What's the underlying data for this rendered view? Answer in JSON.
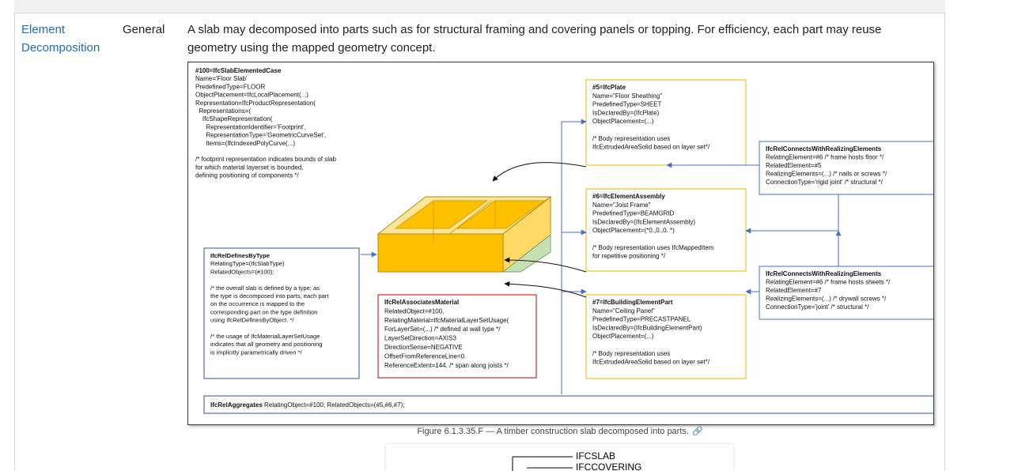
{
  "row": {
    "term": "Element Decomposition",
    "category": "General",
    "description": "A slab may decomposed into parts such as for structural framing and covering panels or topping. For efficiency, each part may reuse geometry using the mapped geometry concept."
  },
  "diagram": {
    "slab_block": {
      "lines": [
        "#100=IfcSlabElementedCase",
        "Name='Floor Slab'",
        "PredefinedType=FLOOR",
        "ObjectPlacement=IfcLocalPlacement(...)",
        "Representation=IfcProductRepresentation(",
        "  Representations=(",
        "    IfcShapeRepresentation(",
        "      RepresentationIdentifier='Footprint',",
        "      RepresentationType='GeometricCurveSet',",
        "      Items=(IfcIndexedPolyCurve(...)",
        "",
        "/* footprint representation indicates bounds of slab",
        "for which material layerset is bounded,",
        "defining positioning of components */"
      ]
    },
    "plate_box": {
      "lines": [
        "#5=IfcPlate",
        "Name=\"Floor Sheathing\"",
        "PredefinedType=SHEET",
        "IsDeclaredBy=(IfcPlate)",
        "ObjectPlacement=(...)",
        "",
        "/* Body representation uses",
        "IfcExtrudedAreaSolid based on layer set*/"
      ]
    },
    "assembly_box": {
      "lines": [
        "#6=IfcElementAssembly",
        "Name=\"Joist Frame\"",
        "PredefinedType=BEAMGRID",
        "IsDeclaredBy=(IfcElementAssembly)",
        "ObjectPlacement=(*0.,0.,0. *)",
        "",
        "/* Body representation uses IfcMappedItem",
        "for repetitive positioning */"
      ]
    },
    "part_box": {
      "lines": [
        "#7=IfcBuildingElementPart",
        "Name=\"Ceiling Panel\"",
        "PredefinedType=PRECASTPANEL",
        "IsDeclaredBy=(IfcBuildingElementPart)",
        "ObjectPlacement=(...)",
        "",
        "/* Body representation uses",
        "IfcExtrudedAreaSolid based on layer set*/"
      ]
    },
    "connects1_box": {
      "lines": [
        "IfcRelConnectsWithRealizingElements",
        "RelatingElement=#6 /* frame hosts floor */",
        "RelatedElement=#5",
        "RealizingElements=(...) /* nails or screws */",
        "ConnectionType='rigid joint' /* structural */"
      ]
    },
    "connects2_box": {
      "lines": [
        "IfcRelConnectsWithRealizingElements",
        "RelatingElement=#6 /* frame hosts sheets */",
        "RelatedElement=#7",
        "RealizingElements=(...) /* drywall screws */",
        "ConnectionType='joint' /* structural */"
      ]
    },
    "defines_box": {
      "lines": [
        "IfcRelDefinesByType",
        "RelatingType=(IfcSlabType)",
        "RelatedObjects=(#100);",
        "",
        "/* the overall slab is defined by a type; as",
        "the type is decomposed into parts, each part",
        "on the occurrence is mapped to the",
        "corresponding part on the type definition",
        "using IfcRelDefinesByObject. */",
        "",
        "/* the usage of IfcMaterialLayerSetUsage",
        "indicates that all geometry and positioning",
        "is implicitly parametrically driven */"
      ]
    },
    "material_box": {
      "lines": [
        "IfcRelAssociatesMaterial",
        "RelatedObject=#100,",
        "RelatingMaterial=IfcMaterialLayerSetUsage(",
        "ForLayerSet=(...) /* defined at wall type */",
        "LayerSetDirection=AXIS3",
        "DirectionSense=NEGATIVE",
        "OffsetFromReferenceLine=0.",
        "ReferenceExtent=144. /* span along joists */"
      ]
    },
    "aggregates": {
      "head": "IfcRelAggregates",
      "rest": " RelatingObject=#100; RelatedObjects=(#5,#6,#7);"
    },
    "colors": {
      "slab_front": "#ffc000",
      "slab_top": "#ffe699",
      "slab_side": "#ffd966",
      "ceiling": "#c6e0b4",
      "plate_border": "#f0b400",
      "defines_border": "#2e5597",
      "material_border": "#c00000",
      "connector": "#4472c4"
    }
  },
  "caption": "Figure 6.1.3.35.F — A timber construction slab decomposed into parts.",
  "tree": {
    "items": [
      "IFCSLAB",
      "IFCCOVERING"
    ]
  }
}
